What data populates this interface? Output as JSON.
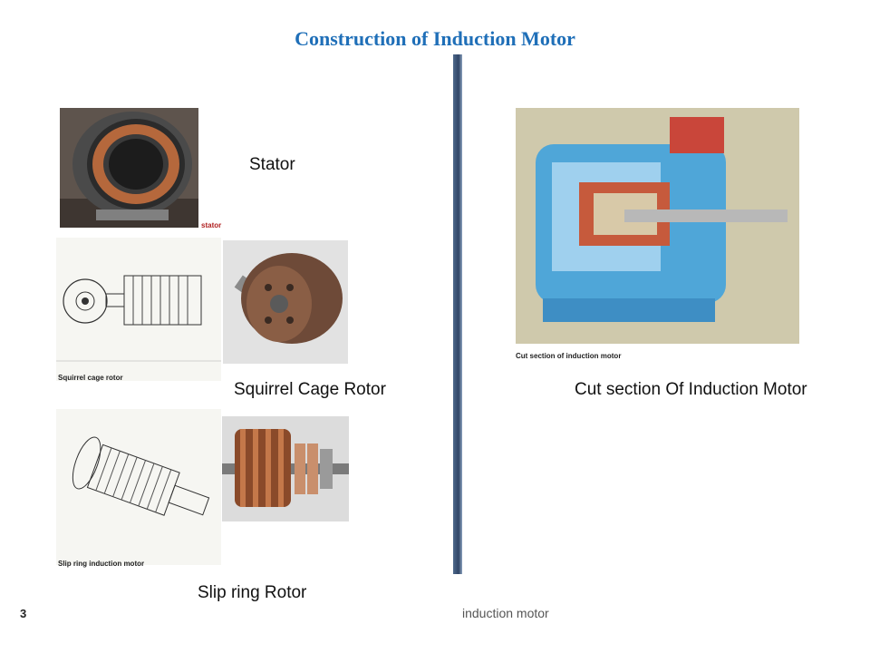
{
  "slide": {
    "title": "Construction of Induction Motor",
    "page_number": "3",
    "footer": "induction motor"
  },
  "captions": {
    "stator": "Stator",
    "squirrel_cage": "Squirrel Cage Rotor",
    "cut_section": "Cut section Of Induction Motor",
    "slip_ring": "Slip ring Rotor"
  },
  "image_labels": {
    "stator_tag": "stator",
    "squirrel_cage_tag": "Squirrel cage rotor",
    "slip_ring_tag": "Slip ring induction motor",
    "cut_section_tag": "Cut section of induction motor"
  }
}
